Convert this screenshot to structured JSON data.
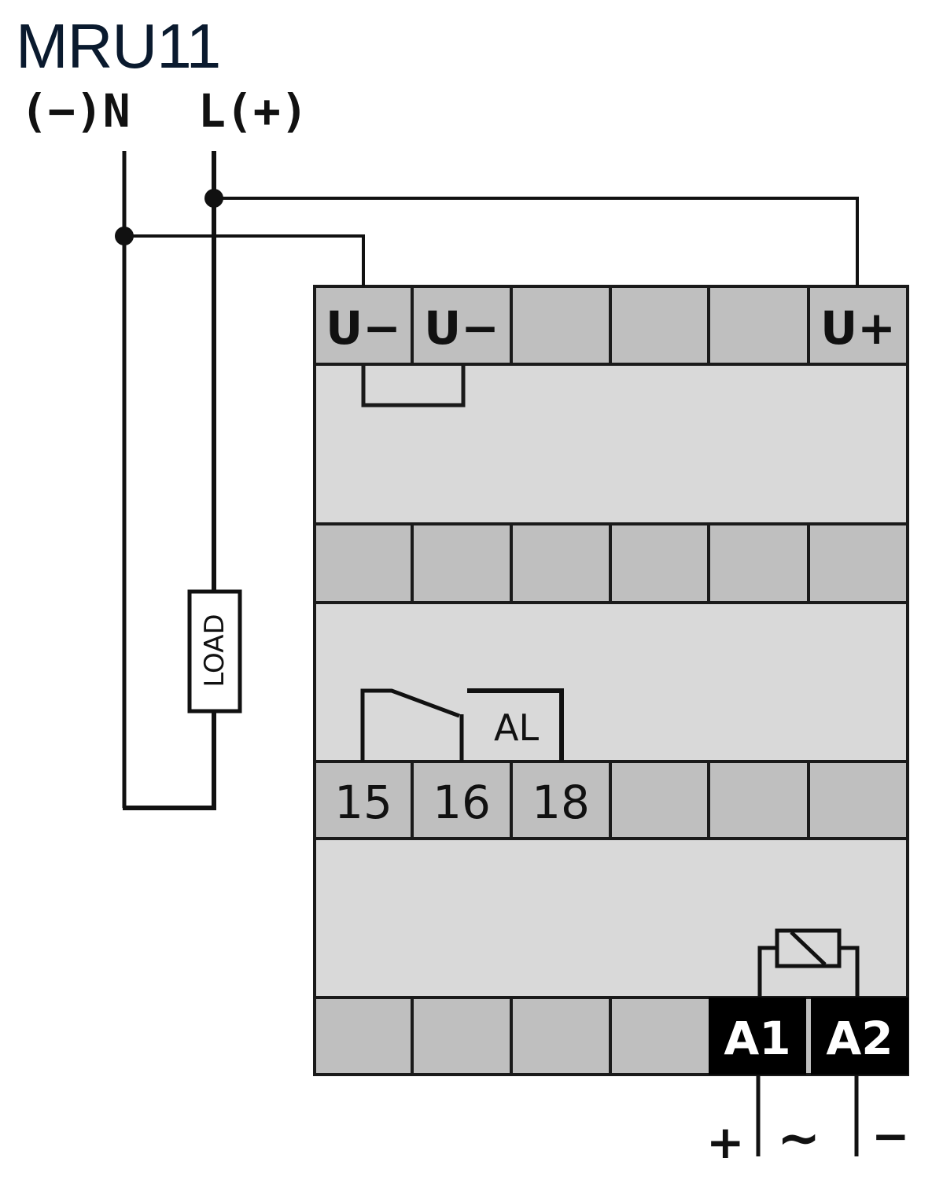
{
  "title": "MRU11",
  "supply": {
    "neutral_label": "(−)N",
    "line_label": "L(+)"
  },
  "load": {
    "label": "LOAD"
  },
  "device": {
    "colors": {
      "body": "#d9d9d9",
      "terminal": "#bfbfbf",
      "terminal_highlight": "#000000",
      "line": "#1a1a1a",
      "title": "#0a1a2e"
    },
    "rows": [
      {
        "name": "top-supply-row",
        "terminals": [
          "U−",
          "U−",
          "",
          "",
          "",
          "U+"
        ]
      },
      {
        "name": "second-row",
        "terminals": [
          "",
          "",
          "",
          "",
          "",
          ""
        ]
      },
      {
        "name": "relay-contact-row",
        "terminals": [
          "15",
          "16",
          "18",
          "",
          "",
          ""
        ]
      },
      {
        "name": "coil-row",
        "terminals": [
          "",
          "",
          "",
          "",
          "A1",
          "A2"
        ]
      }
    ],
    "relay": {
      "contact_label": "AL"
    },
    "coil": {
      "symbol": "relay-coil"
    }
  },
  "control_supply": {
    "plus": "+",
    "ac": "∼",
    "minus": "−"
  }
}
